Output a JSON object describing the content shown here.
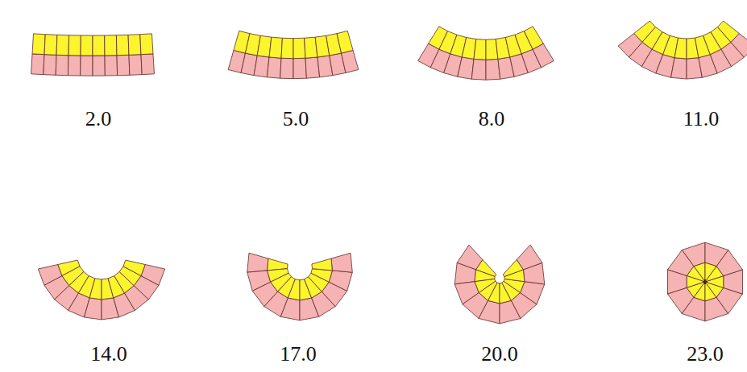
{
  "diagram": {
    "labels": [
      "2.0",
      "5.0",
      "8.0",
      "11.0",
      "14.0",
      "17.0",
      "20.0",
      "23.0"
    ]
  }
}
